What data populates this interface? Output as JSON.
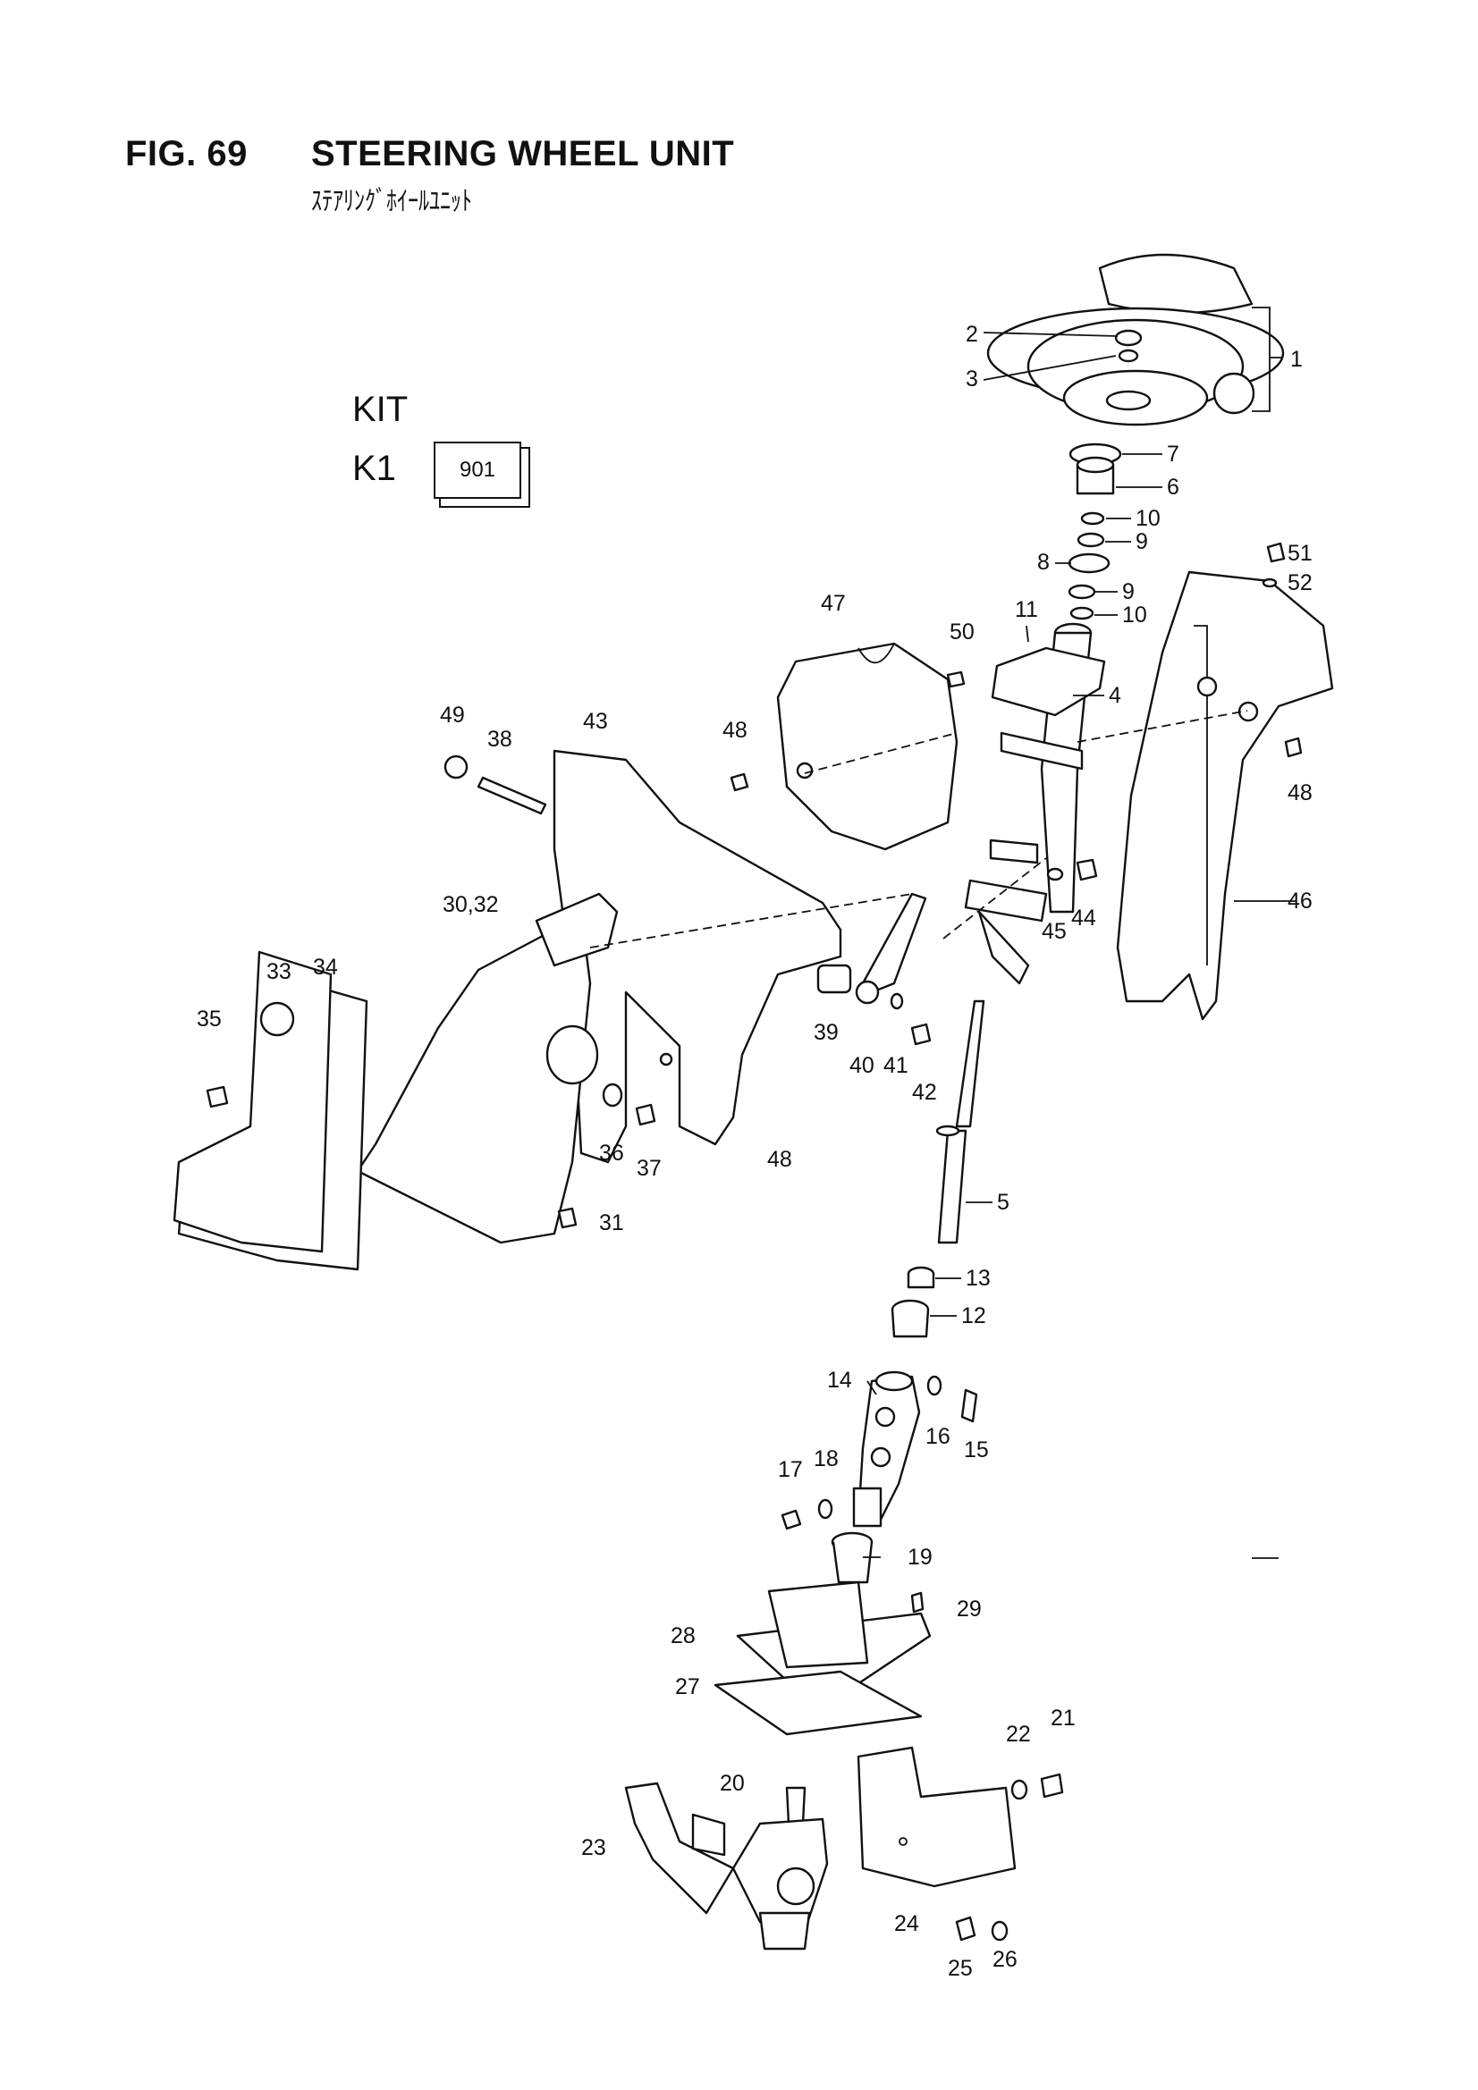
{
  "figure": {
    "number": "FIG. 69",
    "title": "STEERING WHEEL UNIT",
    "subtitle": "ｽﾃｱﾘﾝｸﾞﾎｲｰﾙﾕﾆｯﾄ"
  },
  "kit": {
    "label": "KIT",
    "code": "K1",
    "value": "901"
  },
  "callouts": [
    {
      "id": "c1",
      "text": "1"
    },
    {
      "id": "c2",
      "text": "2"
    },
    {
      "id": "c3",
      "text": "3"
    },
    {
      "id": "c4",
      "text": "4"
    },
    {
      "id": "c5",
      "text": "5"
    },
    {
      "id": "c6",
      "text": "6"
    },
    {
      "id": "c7",
      "text": "7"
    },
    {
      "id": "c8",
      "text": "8"
    },
    {
      "id": "c9a",
      "text": "9"
    },
    {
      "id": "c9b",
      "text": "9"
    },
    {
      "id": "c10a",
      "text": "10"
    },
    {
      "id": "c10b",
      "text": "10"
    },
    {
      "id": "c11",
      "text": "11"
    },
    {
      "id": "c12",
      "text": "12"
    },
    {
      "id": "c13",
      "text": "13"
    },
    {
      "id": "c14",
      "text": "14"
    },
    {
      "id": "c15",
      "text": "15"
    },
    {
      "id": "c16",
      "text": "16"
    },
    {
      "id": "c17",
      "text": "17"
    },
    {
      "id": "c18",
      "text": "18"
    },
    {
      "id": "c19",
      "text": "19"
    },
    {
      "id": "c20",
      "text": "20"
    },
    {
      "id": "c21",
      "text": "21"
    },
    {
      "id": "c22",
      "text": "22"
    },
    {
      "id": "c23",
      "text": "23"
    },
    {
      "id": "c24",
      "text": "24"
    },
    {
      "id": "c25",
      "text": "25"
    },
    {
      "id": "c26",
      "text": "26"
    },
    {
      "id": "c27",
      "text": "27"
    },
    {
      "id": "c28",
      "text": "28"
    },
    {
      "id": "c29",
      "text": "29"
    },
    {
      "id": "c3032",
      "text": "30,32"
    },
    {
      "id": "c31",
      "text": "31"
    },
    {
      "id": "c33",
      "text": "33"
    },
    {
      "id": "c34",
      "text": "34"
    },
    {
      "id": "c35",
      "text": "35"
    },
    {
      "id": "c36",
      "text": "36"
    },
    {
      "id": "c37",
      "text": "37"
    },
    {
      "id": "c38",
      "text": "38"
    },
    {
      "id": "c39",
      "text": "39"
    },
    {
      "id": "c40",
      "text": "40"
    },
    {
      "id": "c41",
      "text": "41"
    },
    {
      "id": "c42",
      "text": "42"
    },
    {
      "id": "c43",
      "text": "43"
    },
    {
      "id": "c44",
      "text": "44"
    },
    {
      "id": "c45",
      "text": "45"
    },
    {
      "id": "c46",
      "text": "46"
    },
    {
      "id": "c47",
      "text": "47"
    },
    {
      "id": "c48a",
      "text": "48"
    },
    {
      "id": "c48b",
      "text": "48"
    },
    {
      "id": "c48c",
      "text": "48"
    },
    {
      "id": "c49",
      "text": "49"
    },
    {
      "id": "c50",
      "text": "50"
    },
    {
      "id": "c51",
      "text": "51"
    },
    {
      "id": "c52",
      "text": "52"
    }
  ]
}
